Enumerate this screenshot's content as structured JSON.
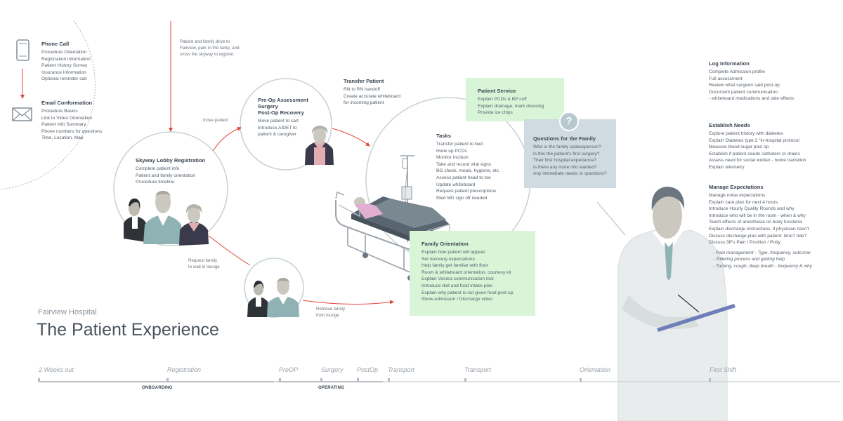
{
  "header": {
    "org": "Fairview Hospital",
    "title": "The Patient Experience"
  },
  "phone": {
    "title": "Phone Call",
    "items": [
      "Procedure Orientation",
      "Registration information",
      "Patient History Survey",
      "Insurance Information",
      "Optional reminder call"
    ]
  },
  "email": {
    "title": "Email Conformation",
    "items": [
      "Procedure Basics",
      "Link to Video Orientation",
      "Patient Info Summary",
      "Phone numbers for questions",
      "Time, Location, Map"
    ]
  },
  "drive_note": {
    "lines": [
      "Patient and family drive to",
      "Fairview, park in the ramp, and",
      "cross the skyway to register."
    ]
  },
  "lobby": {
    "title": "Skyway Lobby Registration",
    "items": [
      "Complete patient info",
      "Patient and family orientation",
      "Procedure timeline"
    ]
  },
  "move_patient": "move patient",
  "preop": {
    "title_lines": [
      "Pre-Op Assessment",
      "Surgery",
      "Post-Op Recovery"
    ],
    "items": [
      "Move patient to cart",
      "Introduce AIDET to",
      "patient & caregiver"
    ]
  },
  "transfer": {
    "title": "Transfer Patient",
    "items": [
      "RN to RN handoff",
      "Create accurate whiteboard",
      "for incoming patient"
    ]
  },
  "request_family": {
    "lines": [
      "Request family",
      "to wait in lounge"
    ]
  },
  "retrieve_family": {
    "lines": [
      "Retrieve family",
      "from lounge"
    ]
  },
  "tasks": {
    "title": "Tasks",
    "items": [
      "Transfer patient to bed",
      "Hook up PCDs",
      "Monitor incision",
      "Take and record vital signs",
      "BG check, meals, hygiene, etc",
      "Assess patient head to toe",
      "Update whiteboard",
      "Request patient prescriptions",
      "filled MD sign off needed"
    ]
  },
  "patient_service": {
    "title": "Patient Service",
    "items": [
      "Explain PCDs & BP cuff",
      "Explain drainage, mark dressing",
      "Provide ice chips"
    ]
  },
  "questions": {
    "icon": "?",
    "title": "Questions for the Family",
    "items": [
      "Who is the family spokesperson?",
      "Is this the patient's  first surgery?",
      "Their first hospital experience?",
      "Is there any more info wanted?",
      "Any immediate needs or questions?"
    ]
  },
  "family_orientation": {
    "title": "Family Orientation",
    "items": [
      "Explain how patient will appear",
      "Set recovery expectations",
      "Help family get familiar with floor",
      "Room & whiteboard orientation, courtesy kit",
      "Explain Vocera communication tool",
      "Introduce diet and food intake plan",
      "Explain why patient is not given food post-op",
      "Show Admission / Discharge video"
    ]
  },
  "log": {
    "title": "Log Information",
    "items": [
      "Complete Admission profile",
      "Full assessment",
      "Review what surgeon said post-op",
      "Document patient communication",
      "- whiteboard medications and side effects"
    ]
  },
  "needs": {
    "title": "Establish Needs",
    "items": [
      "Explore patient history with diabetes",
      "Explain Diabetes type 2 \"in-hospital protocol",
      "Measure blood sugar post op",
      "Establish if patient needs catheters or drains",
      "Assess need for social worker - home transition",
      "Explain telemetry"
    ]
  },
  "expectations": {
    "title": "Manage Expectations",
    "items": [
      "Manage noise expectations",
      "Explain care plan for next 4 hours",
      "Introduce Hourly Quality Rounds and why",
      "Introduce who will be in the room - when & why",
      "Teach effects of anesthesia on body functions",
      "Explain discharge instructions, if physician hasn't",
      "Discuss discharge plan with patient: time? ride?",
      "Discuss 3P's Pain / Position / Potty"
    ],
    "bullets": [
      "Pain management - Type, frequency, outcome",
      "Toileting process and getting help",
      "Turning, cough, deep breath - frequency & why"
    ]
  },
  "timeline": {
    "labels": [
      "2 Weeks out",
      "Registration",
      "PreOP",
      "Surgery",
      "PostOp",
      "Transport",
      "Transport",
      "Orientation",
      "First Shift"
    ],
    "phases": [
      "ONBOARDING",
      "OPERATING"
    ]
  },
  "colors": {
    "green": "#d9f5d8",
    "blue_gray": "#cfdbe1",
    "arrow": "#e2453c",
    "circle": "#c9d3d5"
  }
}
